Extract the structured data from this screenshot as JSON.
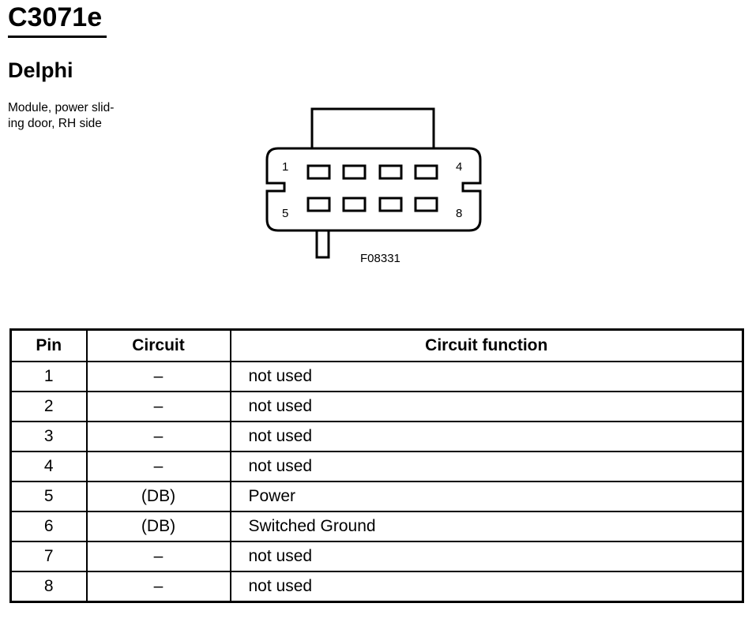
{
  "header": {
    "connector_id": "C3071e",
    "manufacturer": "Delphi",
    "description_line1": "Module, power slid-",
    "description_line2": "ing door, RH side"
  },
  "diagram": {
    "figure_id": "F08331",
    "pin_labels": {
      "top_left": "1",
      "top_right": "4",
      "bottom_left": "5",
      "bottom_right": "8"
    }
  },
  "table": {
    "headers": {
      "pin": "Pin",
      "circuit": "Circuit",
      "function": "Circuit function"
    },
    "rows": [
      {
        "pin": "1",
        "circuit": "–",
        "function": "not used"
      },
      {
        "pin": "2",
        "circuit": "–",
        "function": "not used"
      },
      {
        "pin": "3",
        "circuit": "–",
        "function": "not used"
      },
      {
        "pin": "4",
        "circuit": "–",
        "function": "not used"
      },
      {
        "pin": "5",
        "circuit": "(DB)",
        "function": "Power"
      },
      {
        "pin": "6",
        "circuit": "(DB)",
        "function": "Switched Ground"
      },
      {
        "pin": "7",
        "circuit": "–",
        "function": "not used"
      },
      {
        "pin": "8",
        "circuit": "–",
        "function": "not used"
      }
    ]
  }
}
